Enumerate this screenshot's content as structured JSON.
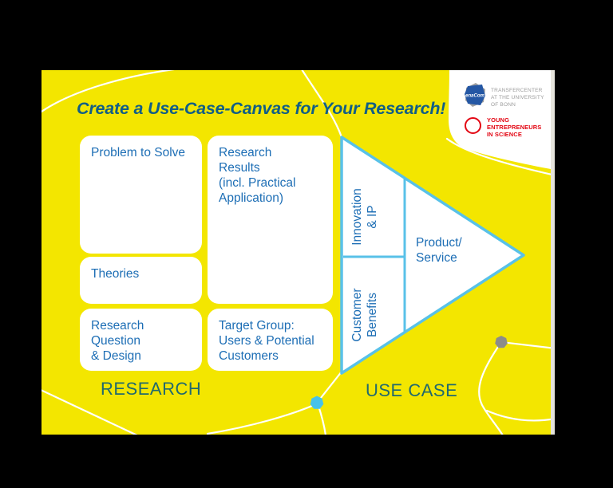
{
  "colors": {
    "yellow": "#f3e600",
    "title_blue": "#115e86",
    "box_blue": "#1d6eb5",
    "section_teal": "#21696e",
    "tri_blue": "#58c1e8",
    "node_blue": "#47c2ea",
    "node_gray": "#8c8c8a",
    "logo_gray": "#9b9b9b",
    "logo_red": "#e30613",
    "edge_strip": "#e6e4dc",
    "net_white": "#ffffff"
  },
  "header": {
    "title": "Create a Use-Case-Canvas for Your Research!"
  },
  "research_boxes": {
    "problem": "Problem to Solve",
    "results": "Research\nResults\n(incl. Practical\nApplication)",
    "theories": "Theories",
    "question": "Research Question\n& Design",
    "target_group": "Target Group:\nUsers & Potential\nCustomers"
  },
  "triangle": {
    "innovation": "Innovation\n& IP",
    "customer": "Customer\nBenefits",
    "product": "Product/\nService"
  },
  "sections": {
    "research": "RESEARCH",
    "use_case": "USE CASE"
  },
  "logos": {
    "enacom": "enaCom",
    "transfercenter": "TRANSFERCENTER\nAT THE UNIVERSITY\nOF BONN",
    "young_entrepreneurs": "YOUNG\nENTREPRENEURS\nIN SCIENCE"
  }
}
